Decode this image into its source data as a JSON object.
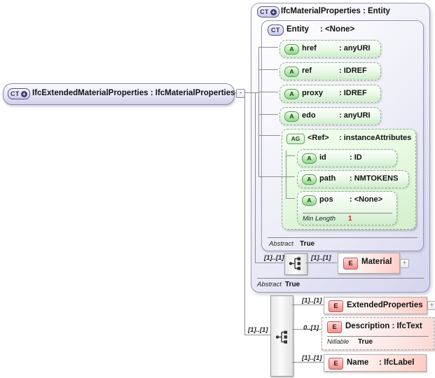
{
  "colors": {
    "container_lavender": "#e6e6f6",
    "attribute_green": "#cdeccb",
    "element_pink": "#ffccc4",
    "line_gray": "#8f8f8f",
    "facet_red": "#e02020"
  },
  "root": {
    "icon": "CT",
    "icon_plus": "+",
    "label": "IfcExtendedMaterialProperties : IfcMaterialProperties",
    "collapse_toggle": "-"
  },
  "container": {
    "icon": "CT",
    "icon_plus": "+",
    "title": "IfcMaterialProperties : Entity",
    "abstract_label": "Abstract",
    "abstract_value": "True",
    "entity": {
      "icon": "CT",
      "name": "Entity",
      "type": ": <None>",
      "abstract_label": "Abstract",
      "abstract_value": "True",
      "attributes": [
        {
          "icon": "A",
          "name": "href",
          "type": ": anyURI"
        },
        {
          "icon": "A",
          "name": "ref",
          "type": ": IDREF"
        },
        {
          "icon": "A",
          "name": "proxy",
          "type": ": IDREF"
        },
        {
          "icon": "A",
          "name": "edo",
          "type": ": anyURI"
        }
      ],
      "attribute_group": {
        "icon": "AG",
        "name": "<Ref>",
        "type": ": instanceAttributes",
        "attributes": [
          {
            "icon": "A",
            "name": "id",
            "type": ": ID"
          },
          {
            "icon": "A",
            "name": "path",
            "type": ": NMTOKENS"
          },
          {
            "icon": "A",
            "name": "pos",
            "type": ": <None>",
            "facet_label": "Min Length",
            "facet_value": "1"
          }
        ]
      }
    },
    "content": {
      "card_left": "[1]..[1]",
      "card_right": "[1]..[1]",
      "element": {
        "icon": "E",
        "name": "Material",
        "expand_toggle": "+"
      }
    }
  },
  "sequence": {
    "cardinality": "[1]..[1]",
    "children": [
      {
        "cardinality": "[1]..[1]",
        "icon": "E",
        "name": "ExtendedProperties",
        "expand_toggle": "+"
      },
      {
        "cardinality": "0..[1]",
        "icon": "E",
        "name": "Description : IfcText",
        "facet_label": "Nillable",
        "facet_value": "True"
      },
      {
        "cardinality": "[1]..[1]",
        "icon": "E",
        "name": "Name",
        "type": ": IfcLabel"
      }
    ]
  }
}
